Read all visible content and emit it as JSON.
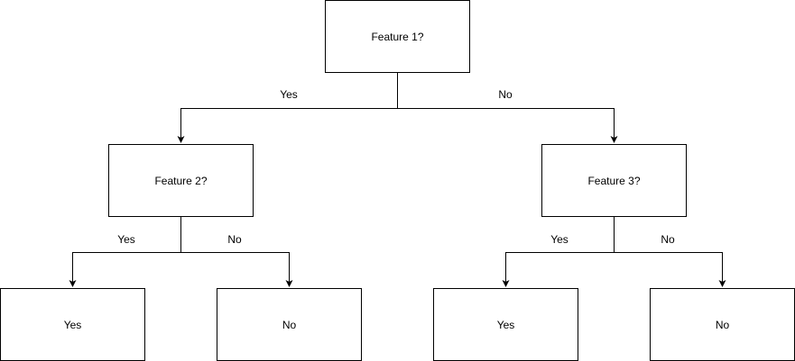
{
  "nodes": {
    "root": {
      "label": "Feature 1?"
    },
    "feature2": {
      "label": "Feature 2?"
    },
    "feature3": {
      "label": "Feature 3?"
    },
    "leaf1": {
      "label": "Yes"
    },
    "leaf2": {
      "label": "No"
    },
    "leaf3": {
      "label": "Yes"
    },
    "leaf4": {
      "label": "No"
    }
  },
  "edges": {
    "root_yes": {
      "label": "Yes"
    },
    "root_no": {
      "label": "No"
    },
    "f2_yes": {
      "label": "Yes"
    },
    "f2_no": {
      "label": "No"
    },
    "f3_yes": {
      "label": "Yes"
    },
    "f3_no": {
      "label": "No"
    }
  },
  "colors": {
    "stroke": "#000000",
    "background": "#ffffff"
  }
}
